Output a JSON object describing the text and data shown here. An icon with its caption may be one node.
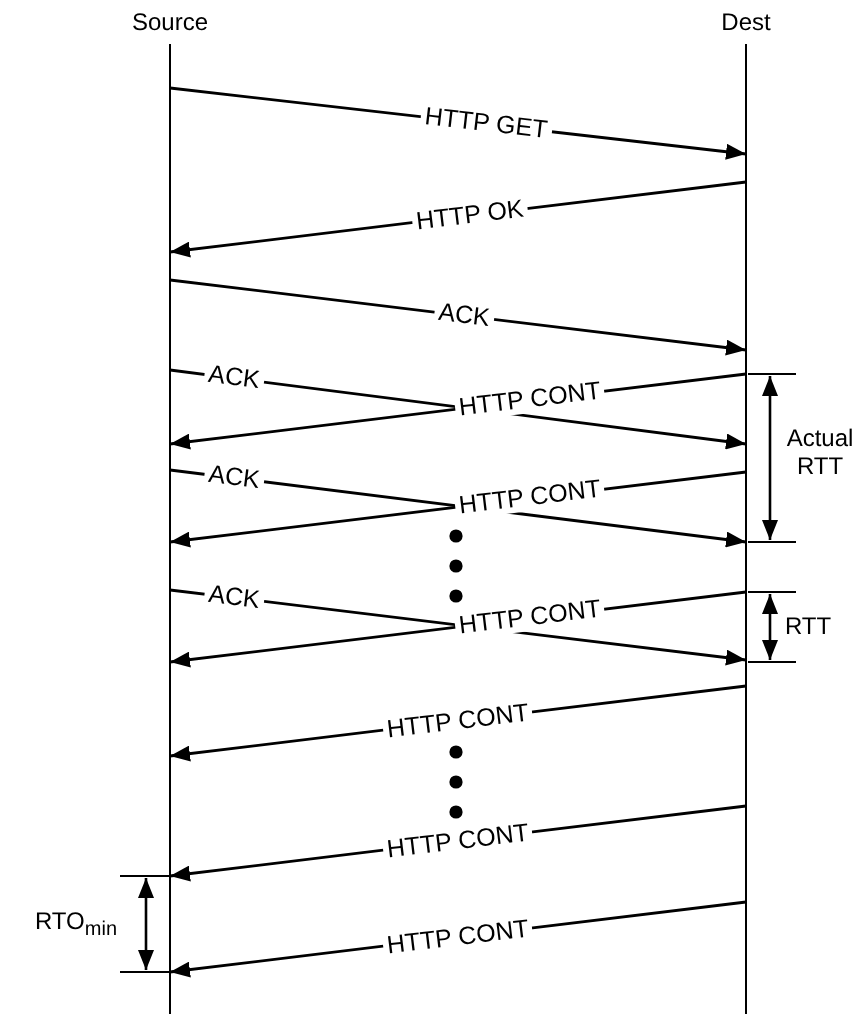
{
  "diagram": {
    "nodes": [
      {
        "text": [
          "Source"
        ]
      },
      {
        "text": [
          "Dest"
        ]
      }
    ],
    "edges": [
      {
        "from": 0,
        "to": 1,
        "arrow": "to",
        "label": "HTTP GET"
      },
      {
        "from": 1,
        "to": 0,
        "arrow": "to",
        "label": "HTTP OK"
      },
      {
        "from": 0,
        "to": 1,
        "arrow": "to",
        "label": "ACK"
      },
      {
        "from": 0,
        "to": 1,
        "arrow": "to",
        "label": "ACK"
      },
      {
        "from": 1,
        "to": 0,
        "arrow": "to",
        "label": "HTTP CONT"
      },
      {
        "from": 0,
        "to": 1,
        "arrow": "to",
        "label": "ACK"
      },
      {
        "from": 1,
        "to": 0,
        "arrow": "to",
        "label": "HTTP CONT"
      },
      {
        "from": 0,
        "to": 1,
        "arrow": "to",
        "label": "ACK"
      },
      {
        "from": 1,
        "to": 0,
        "arrow": "to",
        "label": "HTTP CONT"
      },
      {
        "from": 1,
        "to": 0,
        "arrow": "to",
        "label": "HTTP CONT"
      },
      {
        "from": 1,
        "to": 0,
        "arrow": "to",
        "label": "HTTP CONT"
      },
      {
        "from": 1,
        "to": 0,
        "arrow": "to",
        "label": "HTTP CONT"
      }
    ],
    "labels": [
      "Actual RTT",
      "RTT",
      "RTO$_{min}$"
    ]
  }
}
